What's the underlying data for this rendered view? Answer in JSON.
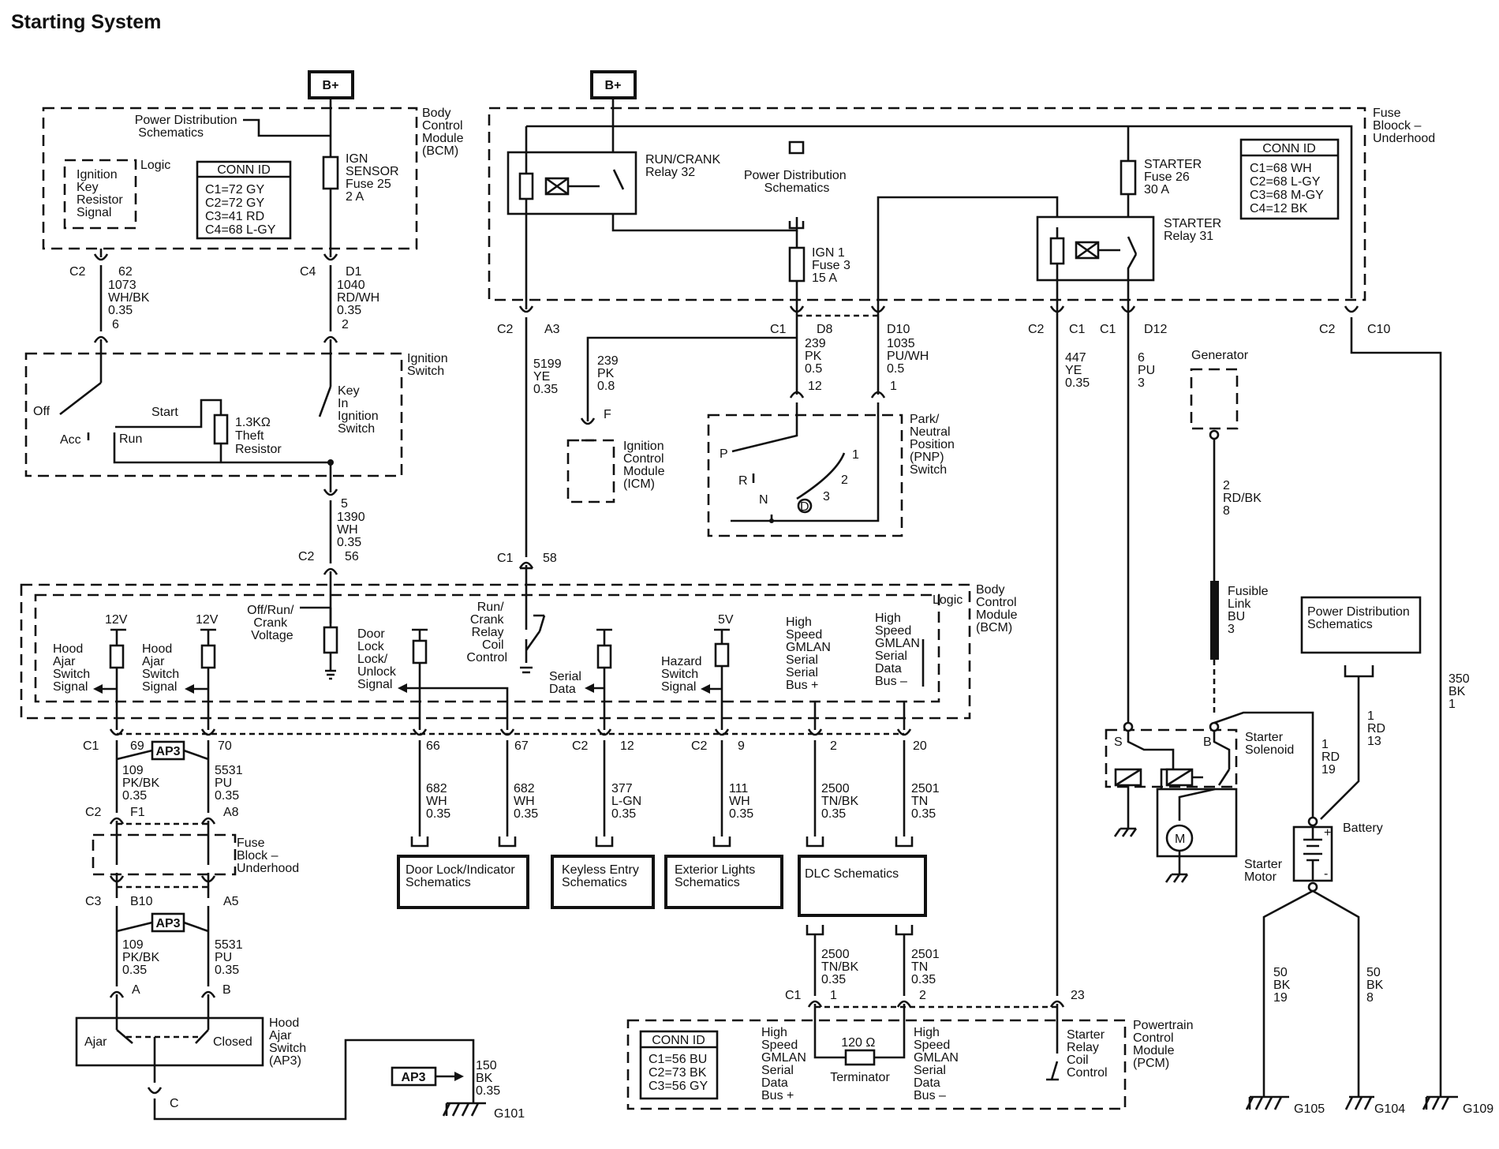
{
  "title": "Starting System",
  "colors": {
    "ink": "#111111",
    "background": "#ffffff"
  },
  "power": {
    "bplus_left": "B+",
    "bplus_right": "B+"
  },
  "bcm_top": {
    "module": [
      "Body",
      "Control",
      "Module",
      "(BCM)"
    ],
    "pds": [
      "Power Distribution",
      "Schematics"
    ],
    "logic": "Logic",
    "ign_key": [
      "Ignition",
      "Key",
      "Resistor",
      "Signal"
    ],
    "conn_title": "CONN ID",
    "conn": [
      "C1=72 GY",
      "C2=72 GY",
      "C3=41 RD",
      "C4=68 L-GY"
    ],
    "fuse": [
      "IGN",
      "SENSOR",
      "Fuse 25",
      "2 A"
    ],
    "c2": "C2",
    "pin62": "62",
    "w1073": [
      "1073",
      "WH/BK",
      "0.35"
    ],
    "pin6": "6",
    "c4": "C4",
    "d1": "D1",
    "w1040": [
      "1040",
      "RD/WH",
      "0.35"
    ],
    "pin2": "2"
  },
  "ign_switch": {
    "label": [
      "Ignition",
      "Switch"
    ],
    "off": "Off",
    "acc": "Acc",
    "start": "Start",
    "run": "Run",
    "resistor": [
      "1.3KΩ",
      "Theft",
      "Resistor"
    ],
    "key": [
      "Key",
      "In",
      "Ignition",
      "Switch"
    ],
    "pin5": "5",
    "w1390": [
      "1390",
      "WH",
      "0.35"
    ],
    "pin56": "56",
    "c2": "C2"
  },
  "fuse_block": {
    "label": [
      "Fuse",
      "Bloock –",
      "Underhood"
    ],
    "relay32": [
      "RUN/CRANK",
      "Relay 32"
    ],
    "pds": [
      "Power Distribution",
      "Schematics"
    ],
    "ign1": [
      "IGN 1",
      "Fuse 3",
      "15 A"
    ],
    "starter_fuse": [
      "STARTER",
      "Fuse 26",
      "30 A"
    ],
    "relay31": [
      "STARTER",
      "Relay 31"
    ],
    "conn_title": "CONN ID",
    "conn": [
      "C1=68 WH",
      "C2=68 L-GY",
      "C3=68 M-GY",
      "C4=12 BK"
    ],
    "c2a": "C2",
    "a3": "A3",
    "c1a": "C1",
    "d8": "D8",
    "d10": "D10",
    "c2b": "C2",
    "c1b": "C1",
    "c1c": "C1",
    "d12": "D12",
    "c2c": "C2",
    "c10": "C10"
  },
  "mid_wires": {
    "w5199": [
      "5199",
      "YE",
      "0.35"
    ],
    "w239pk": [
      "239",
      "PK",
      "0.8"
    ],
    "icm_f": "F",
    "icm": [
      "Ignition",
      "Control",
      "Module",
      "(ICM)"
    ],
    "w239": [
      "239",
      "PK",
      "0.5"
    ],
    "pin12": "12",
    "w1035": [
      "1035",
      "PU/WH",
      "0.5"
    ],
    "pin1": "1",
    "pnp": [
      "Park/",
      "Neutral",
      "Position",
      "(PNP)",
      "Switch"
    ],
    "gear_p": "P",
    "gear_r": "R",
    "gear_n": "N",
    "gear_d": "D",
    "g1": "1",
    "g2": "2",
    "g3": "3",
    "w447": [
      "447",
      "YE",
      "0.35"
    ],
    "w6": [
      "6",
      "PU",
      "3"
    ],
    "c1": "C1",
    "pin58": "58"
  },
  "generator": {
    "label": "Generator",
    "w2": [
      "2",
      "RD/BK",
      "8"
    ],
    "fusible": [
      "Fusible",
      "Link",
      "BU",
      "3"
    ]
  },
  "pds_right": [
    "Power Distribution",
    "Schematics"
  ],
  "w350": [
    "350",
    "BK",
    "1"
  ],
  "bcm_bottom": {
    "module": [
      "Body",
      "Control",
      "Module",
      "(BCM)"
    ],
    "logic": "Logic",
    "v12a": "12V",
    "v12b": "12V",
    "v5": "5V",
    "hood1": [
      "Hood",
      "Ajar",
      "Switch",
      "Signal"
    ],
    "hood2": [
      "Hood",
      "Ajar",
      "Switch",
      "Signal"
    ],
    "orc": [
      "Off/Run/",
      "Crank",
      "Voltage"
    ],
    "door": [
      "Door",
      "Lock",
      "Lock/",
      "Unlock",
      "Signal"
    ],
    "relay": [
      "Run/",
      "Crank",
      "Relay",
      "Coil",
      "Control"
    ],
    "serial": [
      "Serial",
      "Data"
    ],
    "hazard": [
      "Hazard",
      "Switch",
      "Signal"
    ],
    "gmlan_p": [
      "High",
      "Speed",
      "GMLAN",
      "Serial",
      "Serial",
      "Bus +"
    ],
    "gmlan_m": [
      "High",
      "Speed",
      "GMLAN",
      "Serial",
      "Data",
      "Bus –"
    ]
  },
  "bcm_pins": {
    "c1": "C1",
    "p69": "69",
    "p70": "70",
    "ap3": "AP3",
    "p66": "66",
    "p67": "67",
    "c2a": "C2",
    "p12": "12",
    "c2b": "C2",
    "p9": "9",
    "p2": "2",
    "p20": "20"
  },
  "lower_wires": {
    "w109a": [
      "109",
      "PK/BK",
      "0.35"
    ],
    "w5531a": [
      "5531",
      "PU",
      "0.35"
    ],
    "c2": "C2",
    "f1": "F1",
    "a8": "A8",
    "fuse_block": [
      "Fuse",
      "Block –",
      "Underhood"
    ],
    "c3": "C3",
    "b10": "B10",
    "a5": "A5",
    "ap3": "AP3",
    "w109b": [
      "109",
      "PK/BK",
      "0.35"
    ],
    "w5531b": [
      "5531",
      "PU",
      "0.35"
    ],
    "pa": "A",
    "pb": "B",
    "w682a": [
      "682",
      "WH",
      "0.35"
    ],
    "w682b": [
      "682",
      "WH",
      "0.35"
    ],
    "w377": [
      "377",
      "L-GN",
      "0.35"
    ],
    "w111": [
      "111",
      "WH",
      "0.35"
    ],
    "w2500": [
      "2500",
      "TN/BK",
      "0.35"
    ],
    "w2501": [
      "2501",
      "TN",
      "0.35"
    ]
  },
  "schem_boxes": {
    "door": [
      "Door Lock/Indicator",
      "Schematics"
    ],
    "keyless": [
      "Keyless Entry",
      "Schematics"
    ],
    "exterior": [
      "Exterior Lights",
      "Schematics"
    ],
    "dlc": "DLC Schematics"
  },
  "hood_switch": {
    "label": [
      "Hood",
      "Ajar",
      "Switch",
      "(AP3)"
    ],
    "ajar": "Ajar",
    "closed": "Closed",
    "pin_c": "C",
    "ap3": "AP3",
    "w150": [
      "150",
      "BK",
      "0.35"
    ],
    "g101": "G101"
  },
  "pcm": {
    "label": [
      "Powertrain",
      "Control",
      "Module",
      "(PCM)"
    ],
    "conn_title": "CONN ID",
    "conn": [
      "C1=56 BU",
      "C2=73 BK",
      "C3=56 GY"
    ],
    "gm_p": [
      "High",
      "Speed",
      "GMLAN",
      "Serial",
      "Data",
      "Bus +"
    ],
    "gm_m": [
      "High",
      "Speed",
      "GMLAN",
      "Serial",
      "Data",
      "Bus –"
    ],
    "term": [
      "120 Ω",
      "Terminator"
    ],
    "relay": [
      "Starter",
      "Relay",
      "Coil",
      "Control"
    ],
    "w2500": [
      "2500",
      "TN/BK",
      "0.35"
    ],
    "w2501": [
      "2501",
      "TN",
      "0.35"
    ],
    "c1": "C1",
    "p1": "1",
    "p2": "2",
    "p23": "23"
  },
  "starter": {
    "solenoid": [
      "Starter",
      "Solenoid"
    ],
    "s": "S",
    "b": "B",
    "motor_m": "M",
    "motor": [
      "Starter",
      "Motor"
    ],
    "w1rd19": [
      "1",
      "RD",
      "19"
    ],
    "w1rd13": [
      "1",
      "RD",
      "13"
    ],
    "battery": "Battery",
    "w50a": [
      "50",
      "BK",
      "19"
    ],
    "w50b": [
      "50",
      "BK",
      "8"
    ],
    "g105": "G105",
    "g104": "G104",
    "g109": "G109"
  }
}
